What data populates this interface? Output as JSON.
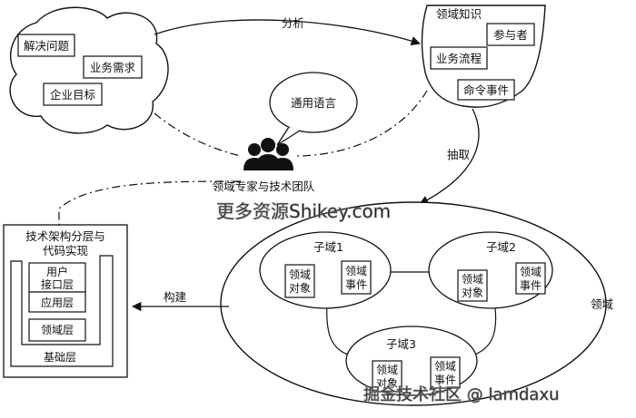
{
  "problem_cloud": {
    "items": [
      "解决问题",
      "业务需求",
      "企业目标"
    ]
  },
  "edge_analyze": "分析",
  "domain_knowledge": {
    "title": "领域知识",
    "items": [
      "参与者",
      "业务流程",
      "命令事件"
    ]
  },
  "common_language": "通用语言",
  "team_label": "领域专家与技术团队",
  "edge_extract": "抽取",
  "domain": {
    "label": "领域",
    "subdomains": [
      {
        "title": "子域1",
        "items": [
          "领域对象",
          "领域事件"
        ]
      },
      {
        "title": "子域2",
        "items": [
          "领域对象",
          "领域事件"
        ]
      },
      {
        "title": "子域3",
        "items": [
          "领域对象",
          "领域事件"
        ]
      }
    ]
  },
  "edge_build": "构建",
  "architecture": {
    "title": "技术架构分层与代码实现",
    "layers": [
      "用户接口层",
      "应用层",
      "领域层",
      "基础层"
    ]
  },
  "watermarks": [
    "更多资源Shikey.com",
    "掘金技术社区 @ lamdaxu"
  ]
}
